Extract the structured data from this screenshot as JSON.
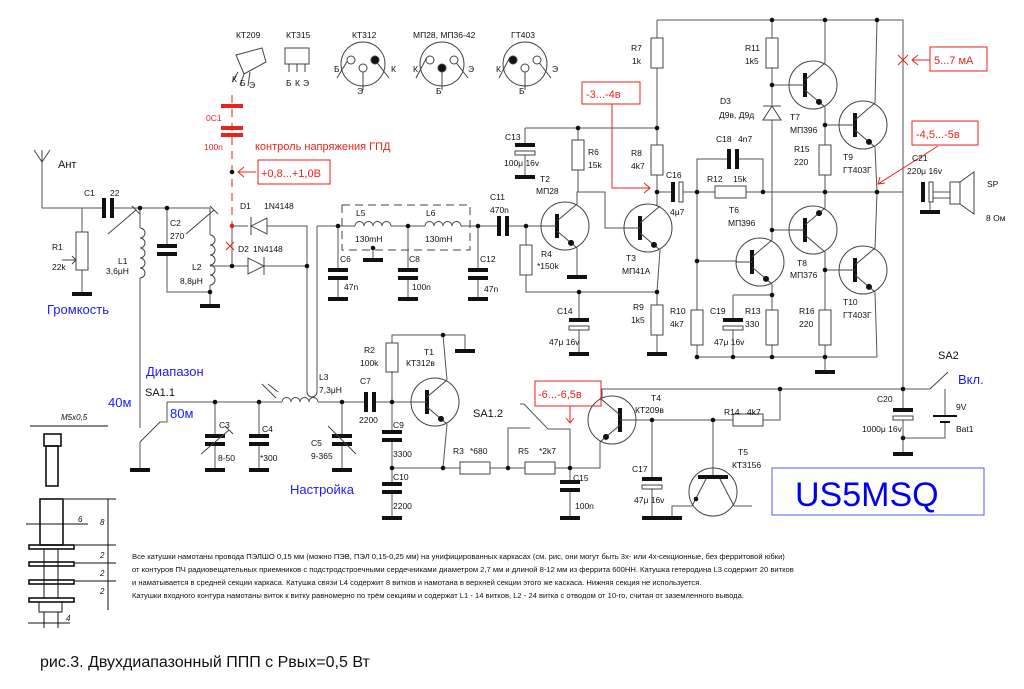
{
  "title": "рис.3. Двухдиапазонный ППП с Рвых=0,5 Вт",
  "callsign": "US5MSQ",
  "notes": [
    "Все катушки намотаны провода ПЭЛШО 0,15 мм (можно ПЭВ, ПЭЛ 0,15-0,25 мм) на унифицированных каркасах (см. рис, они могут быть 3х- или 4х-секционные, без ферритовой юбки)",
    "от контуров ПЧ радиовещательных приемников с подстродстроечными сердечниками диаметром 2,7 мм и длиной 8-12 мм из феррита 600НН. Катушка гетеродина L3 содержит 20 витков",
    " и наматывается в средней секции каркаса. Катушка связи L4 содержит 8 витков и намотана в верхней секции этого же каскаса. Нижняя секция не используется.",
    "Катушки входного контура намотаны виток к витку равномерно по трём секциям и содержат L1 - 14 витков, L2 - 24 витка с отводом от 10-го, считая от заземленного вывода."
  ],
  "pinouts": {
    "kt209": {
      "name": "КТ209",
      "pins": [
        "К",
        "Б",
        "Э"
      ]
    },
    "kt315": {
      "name": "КТ315",
      "pins": [
        "Б",
        "К",
        "Э"
      ]
    },
    "kt312": {
      "name": "КТ312",
      "pins": [
        "Б",
        "К",
        "Э"
      ]
    },
    "mp28": {
      "name": "МП28, МП36-42",
      "pins": [
        "К",
        "Э",
        "Б"
      ]
    },
    "gt403": {
      "name": "ГТ403",
      "pins": [
        "К",
        "Э",
        "Б"
      ]
    }
  },
  "annotations": {
    "gpd_label": "контроль напряжения ГПД",
    "gpd_voltage": "+0,8...+1,0В",
    "t3_voltage": "-3...-4в",
    "current": "5...7 мА",
    "out_voltage": "-4,5...-5в",
    "t4_voltage": "-6...-6,5в"
  },
  "controls": {
    "antenna": "Ант",
    "volume": "Громкость",
    "band": "Диапазон",
    "band_40": "40м",
    "band_80": "80м",
    "tuning": "Настройка",
    "power": "Вкл."
  },
  "coil_drawing": {
    "thread": "M5x0,5",
    "dia": "6",
    "len": "8",
    "sections": [
      "2",
      "2",
      "2"
    ],
    "base": "4"
  },
  "components": {
    "C1": [
      "C1",
      "22"
    ],
    "R1": [
      "R1",
      "22k"
    ],
    "L1": [
      "L1",
      "3,6μH"
    ],
    "C2": [
      "C2",
      "270"
    ],
    "L2": [
      "L2",
      "8,8μH"
    ],
    "D1": [
      "D1",
      "1N4148"
    ],
    "D2": [
      "D2",
      "1N4148"
    ],
    "OC1": [
      "0C1",
      "100n"
    ],
    "L5": [
      "L5",
      "130mH"
    ],
    "L6": [
      "L6",
      "130mH"
    ],
    "C6": [
      "C6",
      "47n"
    ],
    "C8": [
      "C8",
      "100n"
    ],
    "C12": [
      "C12",
      "47n"
    ],
    "C11": [
      "C11",
      "470n"
    ],
    "T2": [
      "T2",
      "МП28"
    ],
    "R4": [
      "R4",
      "*150k"
    ],
    "C13": [
      "C13",
      "100μ 16v"
    ],
    "C14": [
      "C14",
      "47μ 16v"
    ],
    "R6": [
      "R6",
      "15k"
    ],
    "T3": [
      "T3",
      "МП41А"
    ],
    "R7": [
      "R7",
      "1k"
    ],
    "R8": [
      "R8",
      "4k7"
    ],
    "C16": [
      "C16",
      "4μ7"
    ],
    "R9": [
      "R9",
      "1k5"
    ],
    "R10": [
      "R10",
      "4k7"
    ],
    "C19": [
      "C19",
      "47μ 16v"
    ],
    "R13": [
      "R13",
      "330"
    ],
    "D3": [
      "D3",
      "Д9в, Д9д"
    ],
    "R11": [
      "R11",
      "1k5"
    ],
    "T7": [
      "T7",
      "МП396"
    ],
    "T9": [
      "T9",
      "ГТ403Г"
    ],
    "R15": [
      "R15",
      "220"
    ],
    "C18": [
      "C18",
      "4n7"
    ],
    "R12": [
      "R12",
      "15k"
    ],
    "T6": [
      "T6",
      "МП396"
    ],
    "T8": [
      "T8",
      "МП376"
    ],
    "T10": [
      "T10",
      "ГТ403Г"
    ],
    "R16": [
      "R16",
      "220"
    ],
    "C21": [
      "C21",
      "220μ 16v"
    ],
    "SP": [
      "SP",
      "8 Ом"
    ],
    "SA2": [
      "SA2"
    ],
    "C20": [
      "C20",
      "1000μ 16v"
    ],
    "BAT1": [
      "Bat1",
      "9V"
    ],
    "T4": [
      "T4",
      "КТ209в"
    ],
    "R14": [
      "R14",
      "4k7"
    ],
    "T5": [
      "T5",
      "КТ3156"
    ],
    "C17": [
      "C17",
      "47μ 16v"
    ],
    "C15": [
      "C15",
      "100n"
    ],
    "SA12": [
      "SA1.2"
    ],
    "R3": [
      "R3",
      "*680"
    ],
    "R5": [
      "R5",
      "*2k7"
    ],
    "SA11": [
      "SA1.1"
    ],
    "C3": [
      "C3",
      "8-50"
    ],
    "C4": [
      "C4",
      "*300"
    ],
    "C5": [
      "C5",
      "9-365"
    ],
    "L3": [
      "L3",
      "7,3μH"
    ],
    "C7": [
      "C7",
      "2200"
    ],
    "R2": [
      "R2",
      "100k"
    ],
    "T1": [
      "T1",
      "КТ312в"
    ],
    "C9": [
      "C9",
      "3300"
    ],
    "C10": [
      "C10",
      "2200"
    ]
  },
  "colors": {
    "wire": "#555555",
    "annotation": "#e8231c",
    "control_label": "#1a1aff",
    "callsign": "#0000ee"
  }
}
